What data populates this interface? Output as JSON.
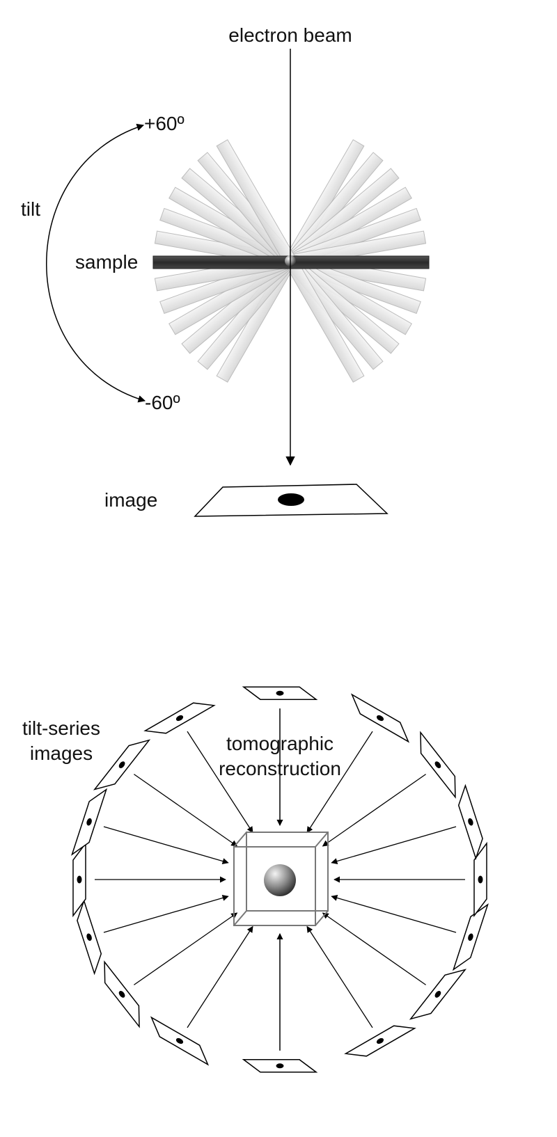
{
  "labels": {
    "electron_beam": "electron beam",
    "tilt": "tilt",
    "tilt_plus": "+60º",
    "tilt_minus": "-60º",
    "sample": "sample",
    "image": "image",
    "tilt_series_line1": "tilt-series",
    "tilt_series_line2": "images",
    "tomo_line1": "tomographic",
    "tomo_line2": "reconstruction"
  },
  "tilt_range_degrees": [
    -60,
    60
  ],
  "colors": {
    "sample": "#333333",
    "tilted_sample": "#e6e6e6",
    "stroke": "#000000"
  }
}
